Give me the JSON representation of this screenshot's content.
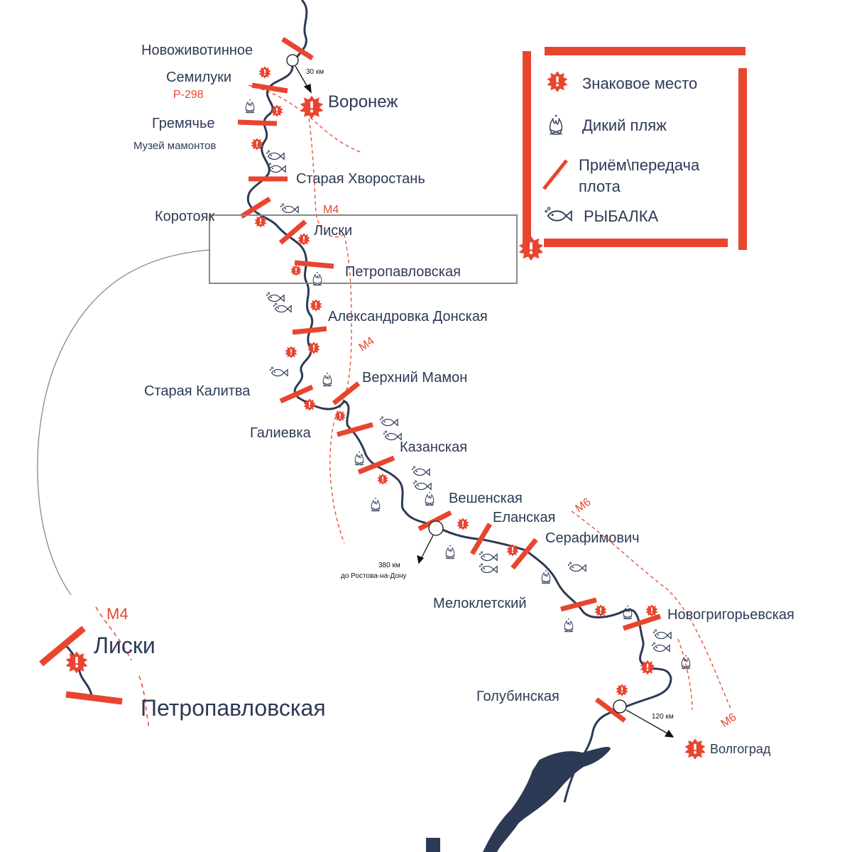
{
  "colors": {
    "river": "#2d3a55",
    "accent": "#e8452f",
    "frame": "#888888"
  },
  "towns": {
    "novozhivotinnoe": "Новоживотинное",
    "semiluki": "Семилуки",
    "voronezh": "Воронеж",
    "gremyachye": "Гремячье",
    "muzei": "Музей мамонтов",
    "staraya_khvorostan": "Старая Хворостань",
    "korotoyak": "Коротояк",
    "liski": "Лиски",
    "petropavlovskaya": "Петропавловская",
    "aleksandrovka": "Александровка Донская",
    "verkhny_mamon": "Верхний Мамон",
    "staraya_kalitva": "Старая Калитва",
    "galievka": "Галиевка",
    "kazanskaya": "Казанская",
    "veshenskaya": "Вешенская",
    "elanskaya": "Еланская",
    "serafimovich": "Серафимович",
    "meloklestky": "Мелоклетский",
    "novogrigorievskaya": "Новогригорьевская",
    "golubinskaya": "Голубинская",
    "volgograd": "Волгоград"
  },
  "distances": {
    "voronezh": "30 км",
    "rostov_km": "380 км",
    "rostov_to": "до Ростова-на-Дону",
    "volgograd": "120 км"
  },
  "roads": {
    "r298": "Р-298",
    "m4_a": "М4",
    "m4_b": "М4",
    "m6_a": "М6",
    "m6_b": "М6"
  },
  "legend": {
    "landmark": "Знаковое место",
    "beach": "Дикий пляж",
    "raft_line1": "Приём\\передача",
    "raft_line2": "плота",
    "fishing": "РЫБАЛКА"
  },
  "inset": {
    "road": "М4",
    "liski": "Лиски",
    "petropavlovskaya": "Петропавловская"
  },
  "icons": {
    "landmark": "landmark-icon",
    "beach": "wild-beach-icon",
    "raft": "raft-transfer-icon",
    "fishing": "fish-icon"
  }
}
